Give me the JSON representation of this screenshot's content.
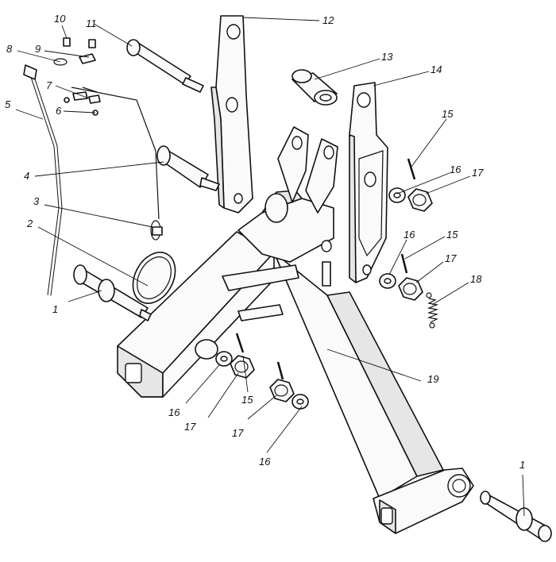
{
  "figure": {
    "callouts": [
      {
        "id": "c1a",
        "text": "1"
      },
      {
        "id": "c1b",
        "text": "1"
      },
      {
        "id": "c2",
        "text": "2"
      },
      {
        "id": "c3",
        "text": "3"
      },
      {
        "id": "c4",
        "text": "4"
      },
      {
        "id": "c5",
        "text": "5"
      },
      {
        "id": "c6",
        "text": "6"
      },
      {
        "id": "c7",
        "text": "7"
      },
      {
        "id": "c8",
        "text": "8"
      },
      {
        "id": "c9",
        "text": "9"
      },
      {
        "id": "c10",
        "text": "10"
      },
      {
        "id": "c11",
        "text": "11"
      },
      {
        "id": "c12",
        "text": "12"
      },
      {
        "id": "c13",
        "text": "13"
      },
      {
        "id": "c14",
        "text": "14"
      },
      {
        "id": "c15a",
        "text": "15"
      },
      {
        "id": "c15b",
        "text": "15"
      },
      {
        "id": "c15c",
        "text": "15"
      },
      {
        "id": "c16a",
        "text": "16"
      },
      {
        "id": "c16b",
        "text": "16"
      },
      {
        "id": "c16c",
        "text": "16"
      },
      {
        "id": "c16d",
        "text": "16"
      },
      {
        "id": "c17a",
        "text": "17"
      },
      {
        "id": "c17b",
        "text": "17"
      },
      {
        "id": "c17c",
        "text": "17"
      },
      {
        "id": "c17d",
        "text": "17"
      },
      {
        "id": "c18",
        "text": "18"
      },
      {
        "id": "c19",
        "text": "19"
      }
    ]
  }
}
